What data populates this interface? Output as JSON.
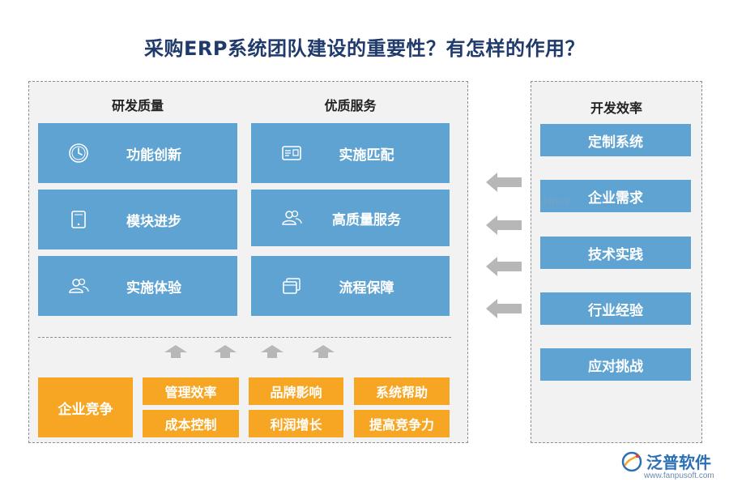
{
  "title": "采购ERP系统团队建设的重要性？有怎样的作用？",
  "columns": {
    "left_head": "研发质量",
    "mid_head": "优质服务",
    "right_head": "开发效率"
  },
  "left_cards": [
    {
      "label": "功能创新",
      "icon": "clock-icon"
    },
    {
      "label": "模块进步",
      "icon": "tablet-icon"
    },
    {
      "label": "实施体验",
      "icon": "users-icon"
    }
  ],
  "mid_cards": [
    {
      "label": "实施匹配",
      "icon": "id-card-icon"
    },
    {
      "label": "高质量服务",
      "icon": "users-icon"
    },
    {
      "label": "流程保障",
      "icon": "windows-icon"
    }
  ],
  "bottom": {
    "main": "企业竞争",
    "items": [
      "管理效率",
      "品牌影响",
      "系统帮助",
      "成本控制",
      "利润增长",
      "提高竞争力"
    ]
  },
  "right_cards": [
    "定制系统",
    "企业需求",
    "技术实践",
    "行业经验",
    "应对挑战"
  ],
  "watermark": "泛普软件",
  "brand": {
    "name": "泛普软件",
    "url": "www.fanpusoft.com"
  },
  "colors": {
    "title": "#1f3a6b",
    "blue_card": "#5fa3d3",
    "orange_card": "#f6a623",
    "panel_bg": "#f2f2f2",
    "arrow": "#b7b7b7"
  }
}
